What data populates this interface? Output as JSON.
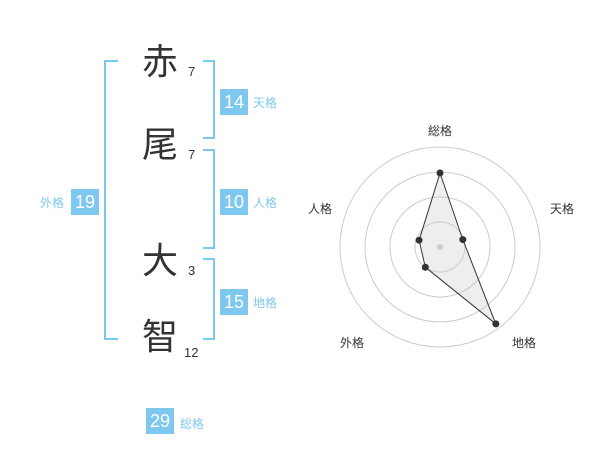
{
  "name": {
    "chars": [
      {
        "char": "赤",
        "strokes": "7"
      },
      {
        "char": "尾",
        "strokes": "7"
      },
      {
        "char": "大",
        "strokes": "3"
      },
      {
        "char": "智",
        "strokes": "12"
      }
    ]
  },
  "kakusu": {
    "tenkaku": {
      "value": "14",
      "label": "天格"
    },
    "jinkaku": {
      "value": "10",
      "label": "人格"
    },
    "chikaku": {
      "value": "15",
      "label": "地格"
    },
    "gaikaku": {
      "value": "19",
      "label": "外格"
    },
    "soukaku": {
      "value": "29",
      "label": "総格"
    }
  },
  "colors": {
    "accent": "#7ec8f0",
    "text": "#333333",
    "grid": "#cccccc"
  },
  "chart_data": {
    "type": "radar",
    "categories": [
      "総格",
      "天格",
      "地格",
      "外格",
      "人格"
    ],
    "values": [
      0.74,
      0.24,
      0.95,
      0.25,
      0.22
    ],
    "rmax": 1,
    "rings": 4
  }
}
